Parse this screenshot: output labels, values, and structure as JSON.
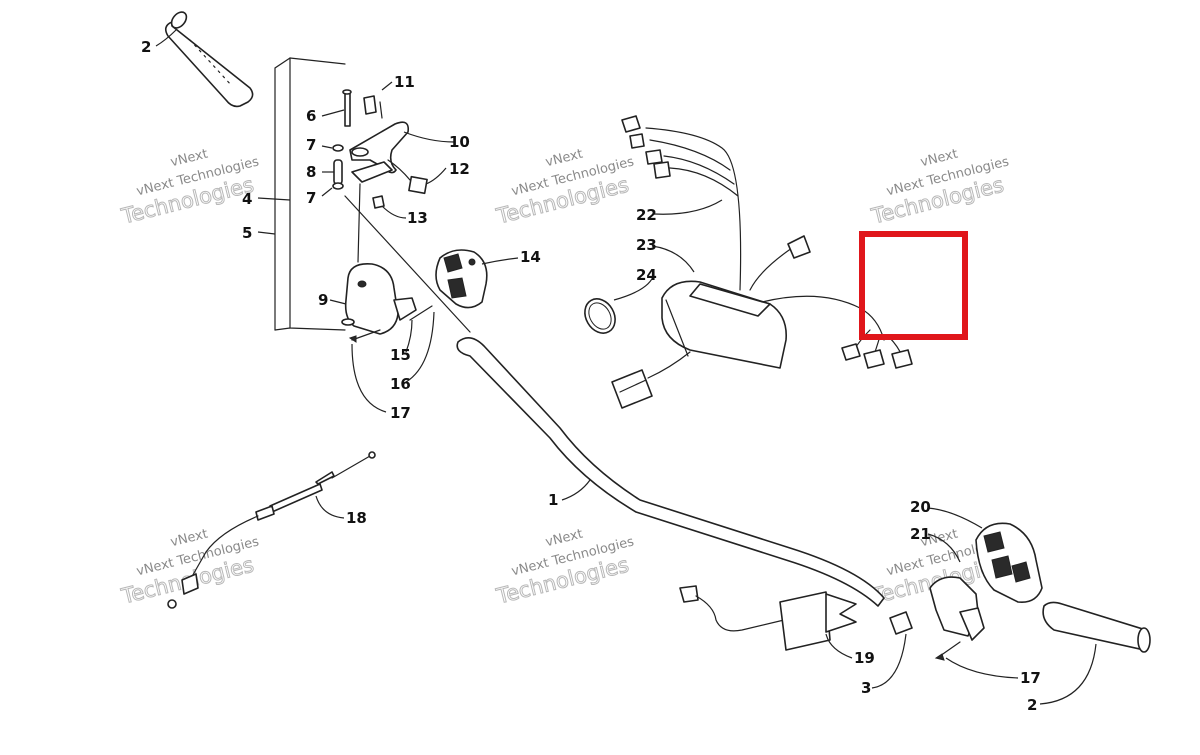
{
  "callouts": [
    {
      "id": "c-2-top",
      "text": "2"
    },
    {
      "id": "c-11",
      "text": "11"
    },
    {
      "id": "c-6",
      "text": "6"
    },
    {
      "id": "c-10",
      "text": "10"
    },
    {
      "id": "c-7-upper",
      "text": "7"
    },
    {
      "id": "c-8",
      "text": "8"
    },
    {
      "id": "c-12",
      "text": "12"
    },
    {
      "id": "c-7-lower",
      "text": "7"
    },
    {
      "id": "c-4",
      "text": "4"
    },
    {
      "id": "c-13",
      "text": "13"
    },
    {
      "id": "c-5",
      "text": "5"
    },
    {
      "id": "c-14",
      "text": "14"
    },
    {
      "id": "c-9",
      "text": "9"
    },
    {
      "id": "c-15",
      "text": "15"
    },
    {
      "id": "c-16",
      "text": "16"
    },
    {
      "id": "c-17-left",
      "text": "17"
    },
    {
      "id": "c-22",
      "text": "22"
    },
    {
      "id": "c-23",
      "text": "23"
    },
    {
      "id": "c-24",
      "text": "24"
    },
    {
      "id": "c-1",
      "text": "1"
    },
    {
      "id": "c-18",
      "text": "18"
    },
    {
      "id": "c-20",
      "text": "20"
    },
    {
      "id": "c-21",
      "text": "21"
    },
    {
      "id": "c-19",
      "text": "19"
    },
    {
      "id": "c-3",
      "text": "3"
    },
    {
      "id": "c-17-right",
      "text": "17"
    },
    {
      "id": "c-2-bottom",
      "text": "2"
    }
  ],
  "watermarks": [
    {
      "line1": "vNext",
      "line2": "vNext Technologies",
      "line3": "Technologies"
    },
    {
      "line1": "vNext",
      "line2": "vNext Technologies",
      "line3": "Technologies"
    },
    {
      "line1": "vNext",
      "line2": "vNext Technologies",
      "line3": "Technologies"
    },
    {
      "line1": "vNext",
      "line2": "vNext Technologies",
      "line3": "Technologies"
    },
    {
      "line1": "vNext",
      "line2": "vNext Technologies",
      "line3": "Technologies"
    },
    {
      "line1": "vNext",
      "line2": "vNext Technologies",
      "line3": "Technologies"
    }
  ],
  "highlight": {
    "color": "#e0161b"
  }
}
